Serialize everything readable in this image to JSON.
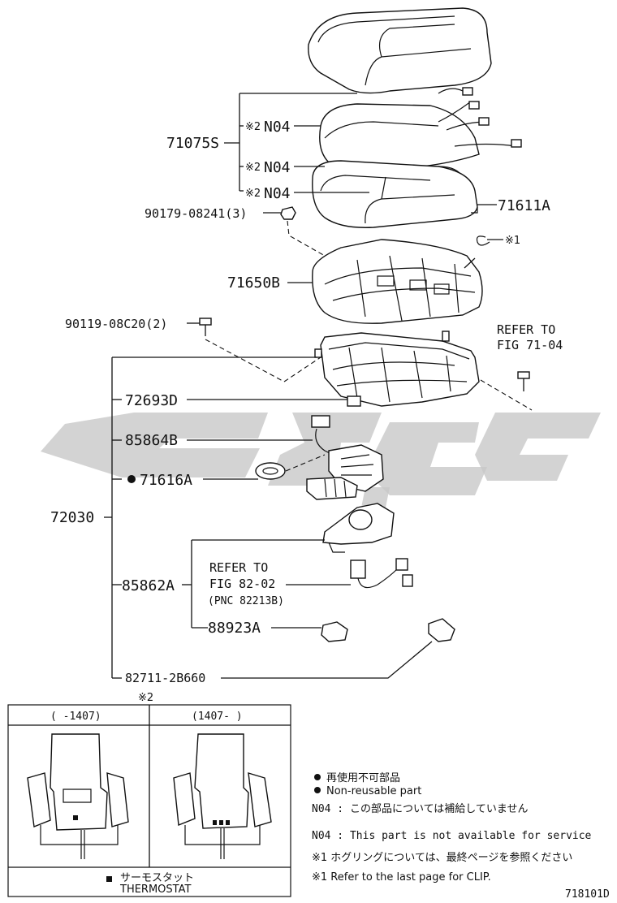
{
  "diagram": {
    "figure_code": "718101D",
    "labels": {
      "assy_main": "71075S",
      "n04_a": "N04",
      "n04_b": "N04",
      "n04_c": "N04",
      "mark2": "※2",
      "cover": "71611A",
      "nut": "90179-08241(3)",
      "clip_mark": "※1",
      "pad": "71650B",
      "bolt": "90119-08C20(2)",
      "refer_fig7104_l1": "REFER TO",
      "refer_fig7104_l2": "FIG 71-04",
      "frame_group": "72030",
      "frame": "72693D",
      "harness": "85864B",
      "clip_part": "71616A",
      "switch": "85862A",
      "refer_fig8202_l1": "REFER TO",
      "refer_fig8202_l2": "FIG 82-02",
      "refer_fig8202_l3": "(PNC 82213B)",
      "bracket": "88923A",
      "cap": "82711-2B660"
    },
    "inset": {
      "mark": "※2",
      "left_title": "(    -1407)",
      "right_title": "(1407-    )",
      "thermostat_jp": "サーモスタット",
      "thermostat_en": "THERMOSTAT"
    },
    "legend": {
      "nonreusable_jp": "再使用不可部品",
      "nonreusable_en": "Non-reusable part",
      "n04_jp": "N04 : この部品については補給していません",
      "n04_en": "N04 : This part is not available for service",
      "clip_jp": "※1  ホグリングについては、最終ページを参照ください",
      "clip_en": "※1  Refer to the last page for CLIP."
    }
  }
}
